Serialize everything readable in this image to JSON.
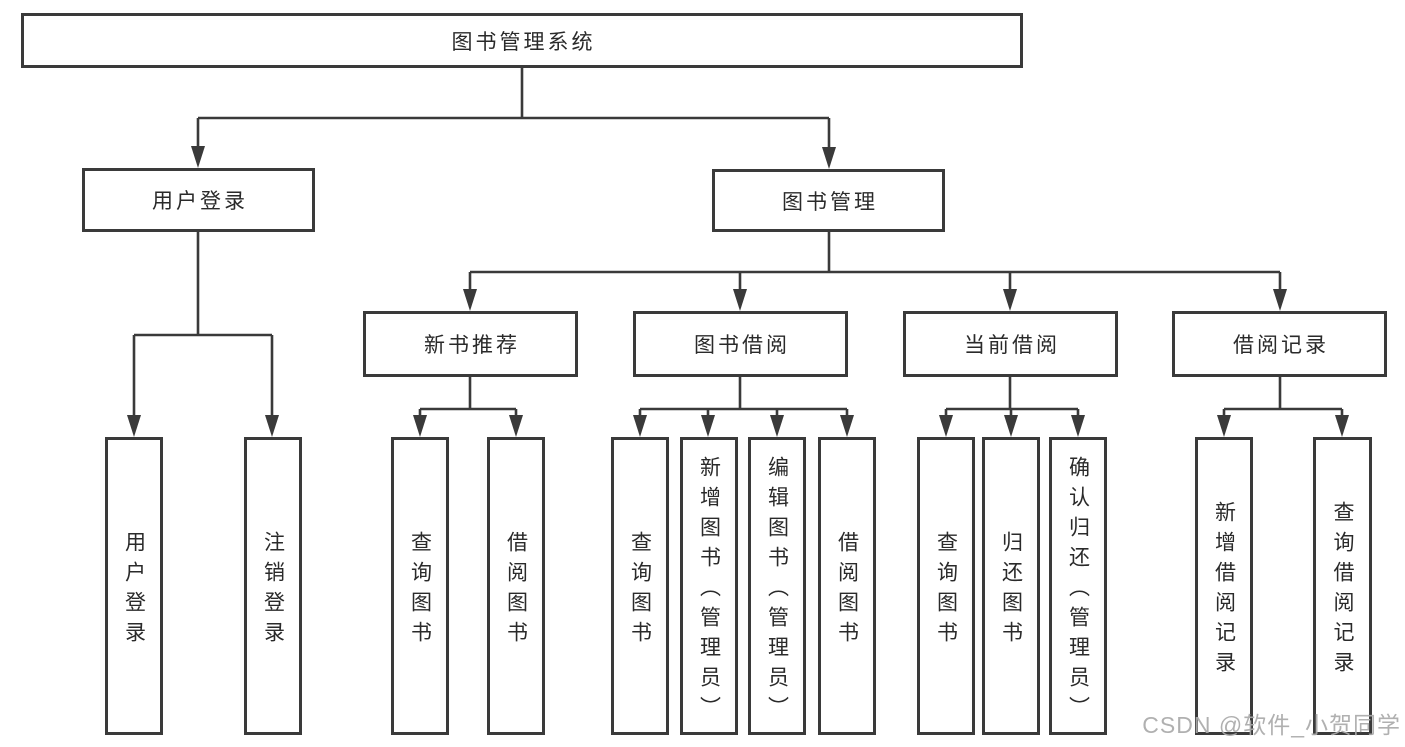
{
  "diagram_title": "图书管理系统",
  "nodes": {
    "root": {
      "label": "图书管理系统"
    },
    "level2": [
      {
        "label": "用户登录"
      },
      {
        "label": "图书管理"
      }
    ],
    "level3": [
      {
        "label": "新书推荐"
      },
      {
        "label": "图书借阅"
      },
      {
        "label": "当前借阅"
      },
      {
        "label": "借阅记录"
      }
    ],
    "leaves": [
      {
        "label": "用户登录",
        "parent": "用户登录"
      },
      {
        "label": "注销登录",
        "parent": "用户登录"
      },
      {
        "label": "查询图书",
        "parent": "新书推荐"
      },
      {
        "label": "借阅图书",
        "parent": "新书推荐"
      },
      {
        "label": "查询图书",
        "parent": "图书借阅"
      },
      {
        "label": "新增图书（管理员）",
        "parent": "图书借阅"
      },
      {
        "label": "编辑图书（管理员）",
        "parent": "图书借阅"
      },
      {
        "label": "借阅图书",
        "parent": "图书借阅"
      },
      {
        "label": "查询图书",
        "parent": "当前借阅"
      },
      {
        "label": "归还图书",
        "parent": "当前借阅"
      },
      {
        "label": "确认归还（管理员）",
        "parent": "当前借阅"
      },
      {
        "label": "新增借阅记录",
        "parent": "借阅记录"
      },
      {
        "label": "查询借阅记录",
        "parent": "借阅记录"
      }
    ]
  },
  "watermark": "CSDN @软件_小贺同学",
  "colors": {
    "line": "#3a3a3a",
    "box_border": "#3a3a3a",
    "box_fill": "#ffffff",
    "text": "#2a2a2a",
    "watermark": "#aaaaaa",
    "background": "#ffffff"
  }
}
